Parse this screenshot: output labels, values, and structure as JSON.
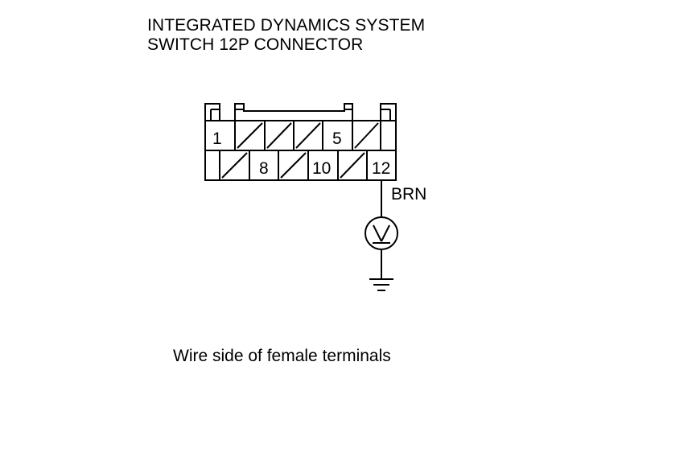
{
  "title": {
    "line1": "INTEGRATED DYNAMICS SYSTEM",
    "line2": "SWITCH 12P CONNECTOR"
  },
  "connector": {
    "terminals_top": [
      {
        "label": "1",
        "populated": true
      },
      {
        "label": "",
        "populated": false
      },
      {
        "label": "",
        "populated": false
      },
      {
        "label": "",
        "populated": false
      },
      {
        "label": "5",
        "populated": true
      },
      {
        "label": "",
        "populated": false
      },
      {
        "label": "",
        "populated": true
      }
    ],
    "terminals_bottom": [
      {
        "label": "",
        "populated": true
      },
      {
        "label": "",
        "populated": false
      },
      {
        "label": "8",
        "populated": true
      },
      {
        "label": "",
        "populated": false
      },
      {
        "label": "10",
        "populated": true
      },
      {
        "label": "",
        "populated": false
      },
      {
        "label": "12",
        "populated": true
      }
    ]
  },
  "wire_color": "BRN",
  "voltmeter_symbol": "V",
  "caption": "Wire side of female terminals"
}
